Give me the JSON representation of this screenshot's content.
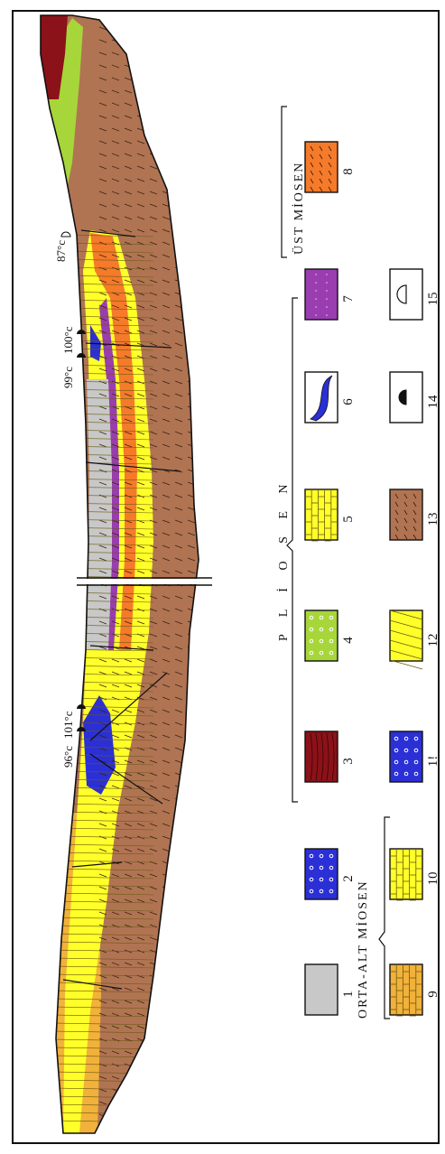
{
  "colors": {
    "unit1_grey": "#c8c8c8",
    "unit2_blue": "#2b2fd6",
    "unit3_maroon": "#8b1218",
    "unit4_green": "#a7d63a",
    "unit5_yellow": "#ffff2a",
    "unit6_white": "#ffffff",
    "unit7_purple": "#9a3db0",
    "unit8_orange": "#f57a2a",
    "unit9_gold": "#f2b13a",
    "unit10_yellow": "#ffff2a",
    "unit11_blue": "#2b2fd6",
    "unit12_yellow": "#ffff2a",
    "unit13_brown": "#b07453",
    "outline": "#111111"
  },
  "section": {
    "temperatures": [
      {
        "id": "t87",
        "label": "87°c"
      },
      {
        "id": "t99",
        "label": "99°c"
      },
      {
        "id": "t100",
        "label": "100°c"
      },
      {
        "id": "t96",
        "label": "96°c"
      },
      {
        "id": "t101",
        "label": "101°c"
      }
    ]
  },
  "legend": {
    "groups": {
      "ust_miosen": "ÜST MİOSEN",
      "pliosen": "P L İ O S E N",
      "orta_alt_miosen": "ORTA-ALT MİOSEN"
    },
    "items": [
      {
        "num": "1",
        "icon": "grey-fill"
      },
      {
        "num": "2",
        "icon": "blue-conglomerate"
      },
      {
        "num": "3",
        "icon": "maroon-lines"
      },
      {
        "num": "4",
        "icon": "green-conglomerate"
      },
      {
        "num": "5",
        "icon": "yellow-bricks"
      },
      {
        "num": "6",
        "icon": "blue-lens"
      },
      {
        "num": "7",
        "icon": "purple-dots"
      },
      {
        "num": "8",
        "icon": "orange-dashes"
      },
      {
        "num": "9",
        "icon": "gold-bricks"
      },
      {
        "num": "10",
        "icon": "yellow-bricks"
      },
      {
        "num": "1!",
        "icon": "blue-conglomerate"
      },
      {
        "num": "12",
        "icon": "yellow-diagonal"
      },
      {
        "num": "13",
        "icon": "brown-dashes"
      },
      {
        "num": "14",
        "icon": "black-dome"
      },
      {
        "num": "15",
        "icon": "open-dome"
      }
    ]
  }
}
